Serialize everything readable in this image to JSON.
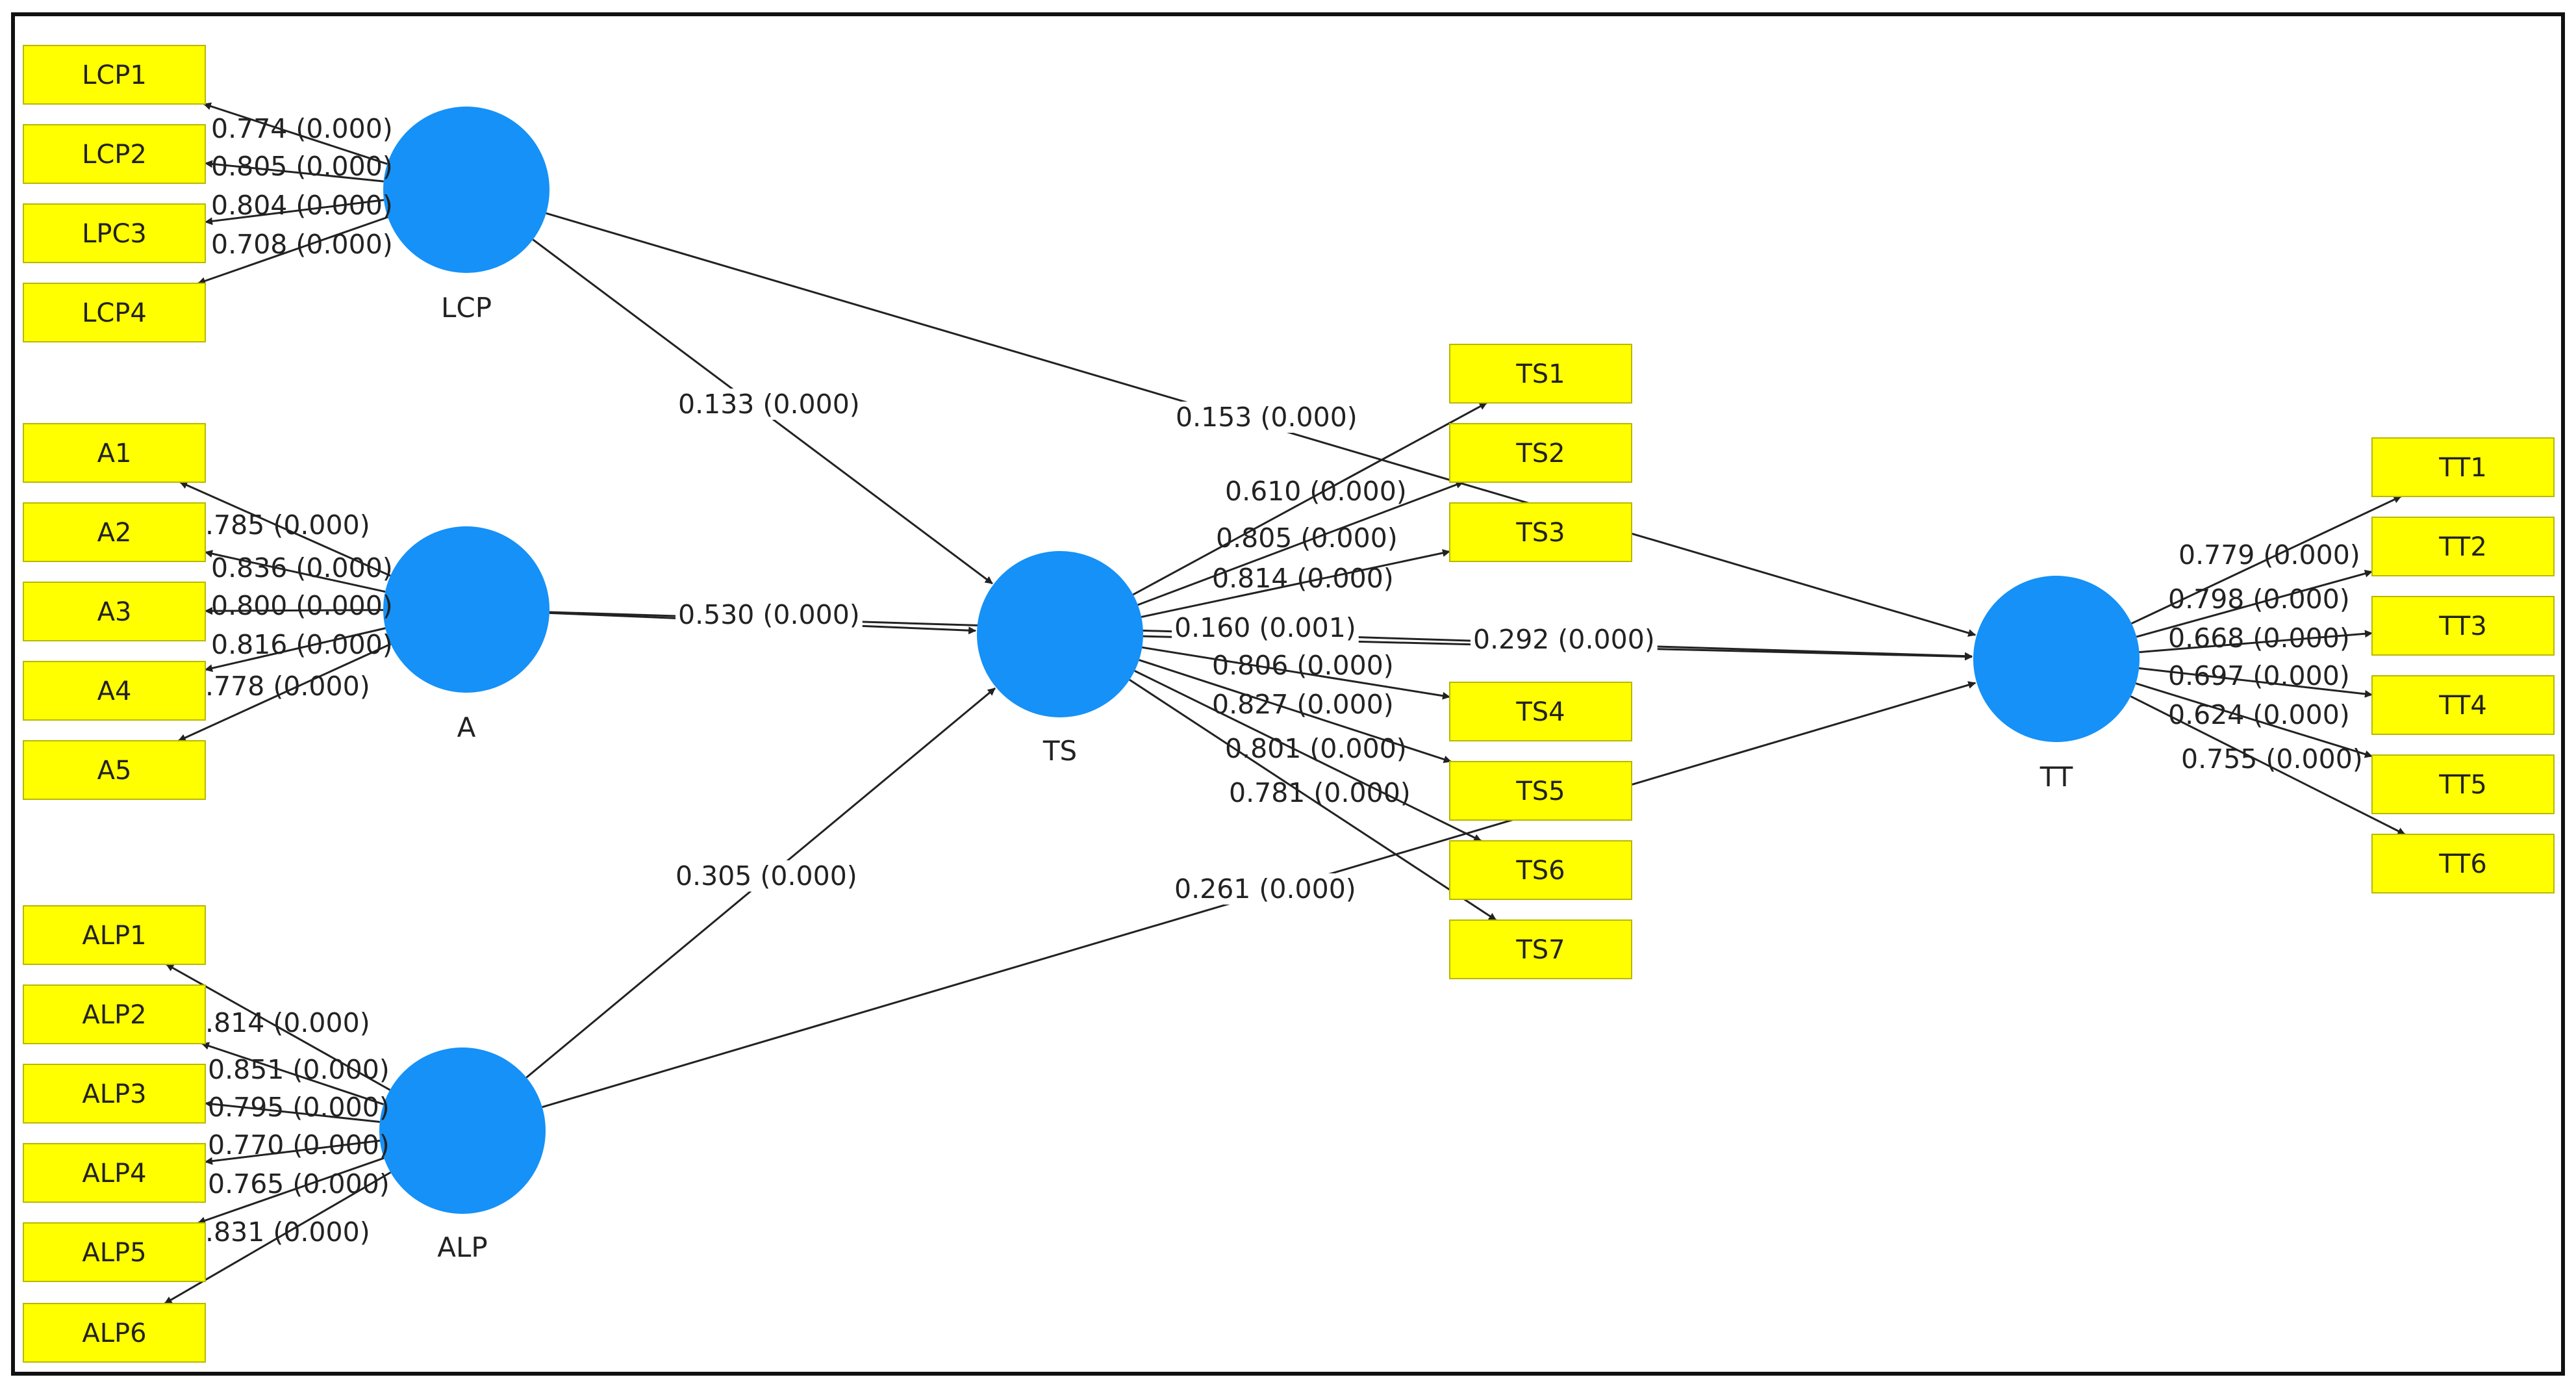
{
  "colors": {
    "latent_fill": "#1591f7",
    "indicator_fill": "#ffff00",
    "indicator_border": "#b8b800",
    "line": "#222222",
    "frame": "#111111"
  },
  "latent_variables": [
    {
      "id": "LCP",
      "label": "LCP"
    },
    {
      "id": "A",
      "label": "A"
    },
    {
      "id": "ALP",
      "label": "ALP"
    },
    {
      "id": "TS",
      "label": "TS"
    },
    {
      "id": "TT",
      "label": "TT"
    }
  ],
  "indicators": [
    {
      "id": "LCP1",
      "label": "LCP1",
      "latent": "LCP",
      "loading": "0.774 (0.000)"
    },
    {
      "id": "LCP2",
      "label": "LCP2",
      "latent": "LCP",
      "loading": "0.805 (0.000)"
    },
    {
      "id": "LPC3",
      "label": "LPC3",
      "latent": "LCP",
      "loading": "0.804 (0.000)"
    },
    {
      "id": "LCP4",
      "label": "LCP4",
      "latent": "LCP",
      "loading": "0.708 (0.000)"
    },
    {
      "id": "A1",
      "label": "A1",
      "latent": "A",
      "loading": ".785 (0.000)"
    },
    {
      "id": "A2",
      "label": "A2",
      "latent": "A",
      "loading": "0.836 (0.000)"
    },
    {
      "id": "A3",
      "label": "A3",
      "latent": "A",
      "loading": "0.800 (0.000)"
    },
    {
      "id": "A4",
      "label": "A4",
      "latent": "A",
      "loading": "0.816 (0.000)"
    },
    {
      "id": "A5",
      "label": "A5",
      "latent": "A",
      "loading": ".778 (0.000)"
    },
    {
      "id": "ALP1",
      "label": "ALP1",
      "latent": "ALP",
      "loading": ".814 (0.000)"
    },
    {
      "id": "ALP2",
      "label": "ALP2",
      "latent": "ALP",
      "loading": "0.851 (0.000)"
    },
    {
      "id": "ALP3",
      "label": "ALP3",
      "latent": "ALP",
      "loading": "0.795 (0.000)"
    },
    {
      "id": "ALP4",
      "label": "ALP4",
      "latent": "ALP",
      "loading": "0.770 (0.000)"
    },
    {
      "id": "ALP5",
      "label": "ALP5",
      "latent": "ALP",
      "loading": "0.765 (0.000)"
    },
    {
      "id": "ALP6",
      "label": "ALP6",
      "latent": "ALP",
      "loading": ".831 (0.000)"
    },
    {
      "id": "TS1",
      "label": "TS1",
      "latent": "TS",
      "loading": "0.610 (0.000)"
    },
    {
      "id": "TS2",
      "label": "TS2",
      "latent": "TS",
      "loading": "0.805 (0.000)"
    },
    {
      "id": "TS3",
      "label": "TS3",
      "latent": "TS",
      "loading": "0.814 (0.000)"
    },
    {
      "id": "TS4",
      "label": "TS4",
      "latent": "TS",
      "loading": "0.806 (0.000)"
    },
    {
      "id": "TS5",
      "label": "TS5",
      "latent": "TS",
      "loading": "0.827 (0.000)"
    },
    {
      "id": "TS6",
      "label": "TS6",
      "latent": "TS",
      "loading": "0.801 (0.000)"
    },
    {
      "id": "TS7",
      "label": "TS7",
      "latent": "TS",
      "loading": "0.781 (0.000)"
    },
    {
      "id": "TT1",
      "label": "TT1",
      "latent": "TT",
      "loading": "0.779 (0.000)"
    },
    {
      "id": "TT2",
      "label": "TT2",
      "latent": "TT",
      "loading": "0.798 (0.000)"
    },
    {
      "id": "TT3",
      "label": "TT3",
      "latent": "TT",
      "loading": "0.668 (0.000)"
    },
    {
      "id": "TT4",
      "label": "TT4",
      "latent": "TT",
      "loading": "0.697 (0.000)"
    },
    {
      "id": "TT5",
      "label": "TT5",
      "latent": "TT",
      "loading": "0.624 (0.000)"
    },
    {
      "id": "TT6",
      "label": "TT6",
      "latent": "TT",
      "loading": "0.755 (0.000)"
    }
  ],
  "paths": [
    {
      "id": "LCP-TS",
      "from": "LCP",
      "to": "TS",
      "coefficient": "0.133 (0.000)"
    },
    {
      "id": "LCP-TT",
      "from": "LCP",
      "to": "TT",
      "coefficient": "0.153 (0.000)"
    },
    {
      "id": "A-TS",
      "from": "A",
      "to": "TS",
      "coefficient": "0.530 (0.000)"
    },
    {
      "id": "A-TT",
      "from": "A",
      "to": "TT",
      "coefficient": "0.160 (0.001)"
    },
    {
      "id": "ALP-TS",
      "from": "ALP",
      "to": "TS",
      "coefficient": "0.305 (0.000)"
    },
    {
      "id": "ALP-TT",
      "from": "ALP",
      "to": "TT",
      "coefficient": "0.261 (0.000)"
    },
    {
      "id": "TS-TT",
      "from": "TS",
      "to": "TT",
      "coefficient": "0.292 (0.000)"
    }
  ]
}
